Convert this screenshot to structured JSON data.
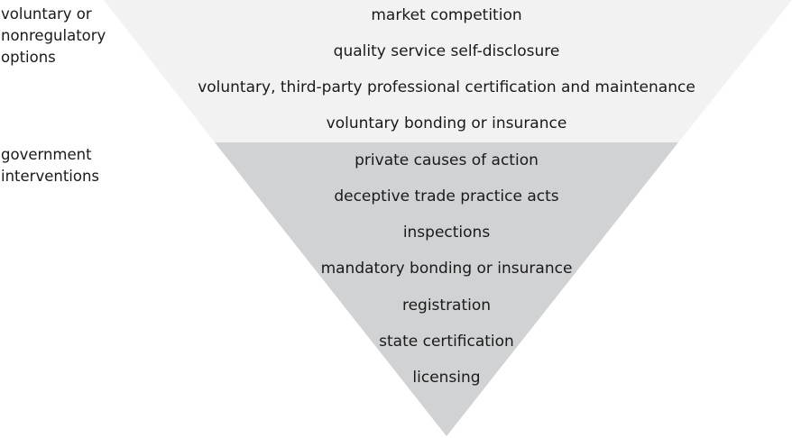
{
  "diagram": {
    "upper_group": {
      "label_lines": [
        "voluntary or",
        "nonregulatory",
        "options"
      ],
      "fill": "#f2f2f2",
      "items": [
        "market competition",
        "quality service self-disclosure",
        "voluntary, third-party professional certification and maintenance",
        "voluntary bonding or insurance"
      ]
    },
    "lower_group": {
      "label_lines": [
        "government",
        "interventions"
      ],
      "fill": "#d1d2d4",
      "items": [
        "private causes of action",
        "deceptive trade practice acts",
        "inspections",
        "mandatory bonding or insurance",
        "registration",
        "state certification",
        "licensing"
      ]
    }
  }
}
